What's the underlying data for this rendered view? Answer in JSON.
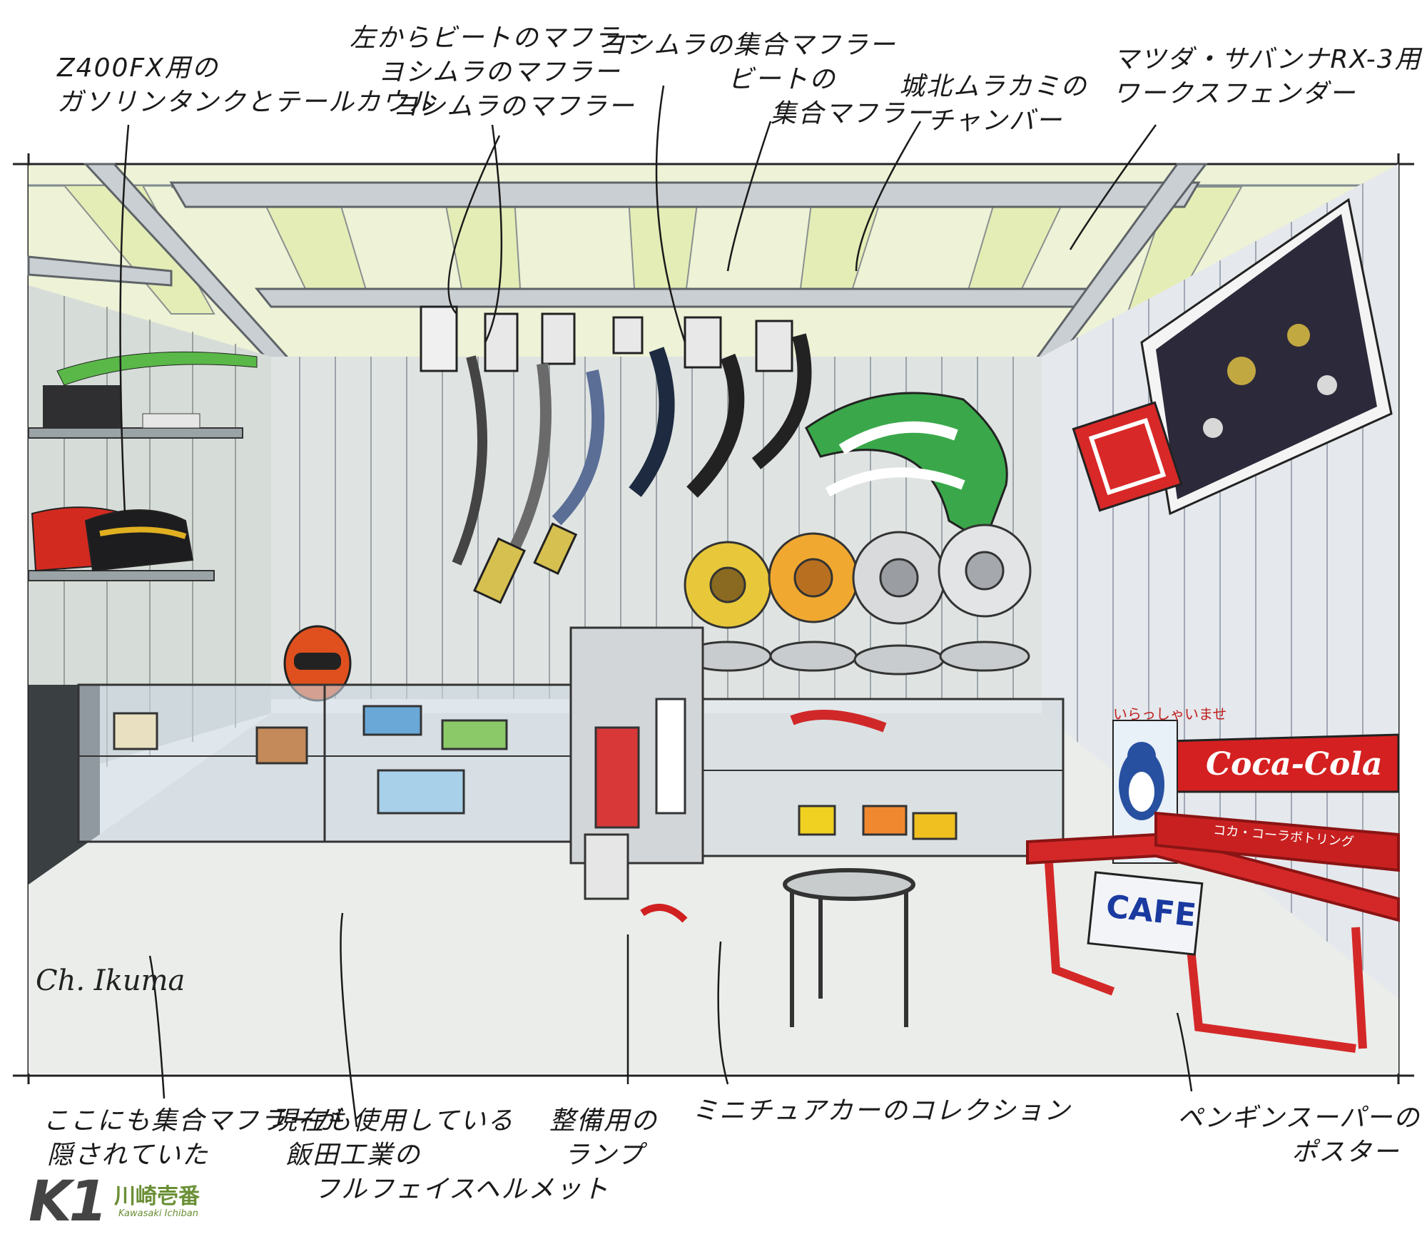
{
  "annotations": {
    "gas_tank": [
      "Z400FX用の",
      "ガソリンタンクとテールカウル"
    ],
    "mufflers_left": [
      "左からビートのマフラー",
      "ヨシムラのマフラー",
      "ヨシムラのマフラー"
    ],
    "yoshimura_mufflers": [
      "ヨシムラの集合マフラー",
      "ビートの",
      "集合マフラー"
    ],
    "chamber": [
      "城北ムラカミの",
      "チャンバー"
    ],
    "fender": [
      "マツダ・サバンナRX-3用",
      "ワークスフェンダー"
    ],
    "floor_muffler": [
      "ここにも集合マフラーが",
      "隠されていた"
    ],
    "helmet": [
      "現在も使用している",
      "飯田工業の",
      "フルフェイスヘルメット"
    ],
    "lamp": [
      "整備用の",
      "ランプ"
    ],
    "minicar": [
      "ミニチュアカーのコレクション"
    ],
    "poster": [
      "ペンギンスーパーの",
      "ポスター"
    ]
  },
  "signs": {
    "cocacola": "Coca-Cola",
    "cafe": "CAFE",
    "welcome": "いらっしゃいませ",
    "bench_text": "コカ・コーラボトリング"
  },
  "signature": "Ch. Ikuma",
  "logo": {
    "mark": "K1",
    "name": "川崎壱番",
    "sub": "Kawasaki Ichiban"
  }
}
